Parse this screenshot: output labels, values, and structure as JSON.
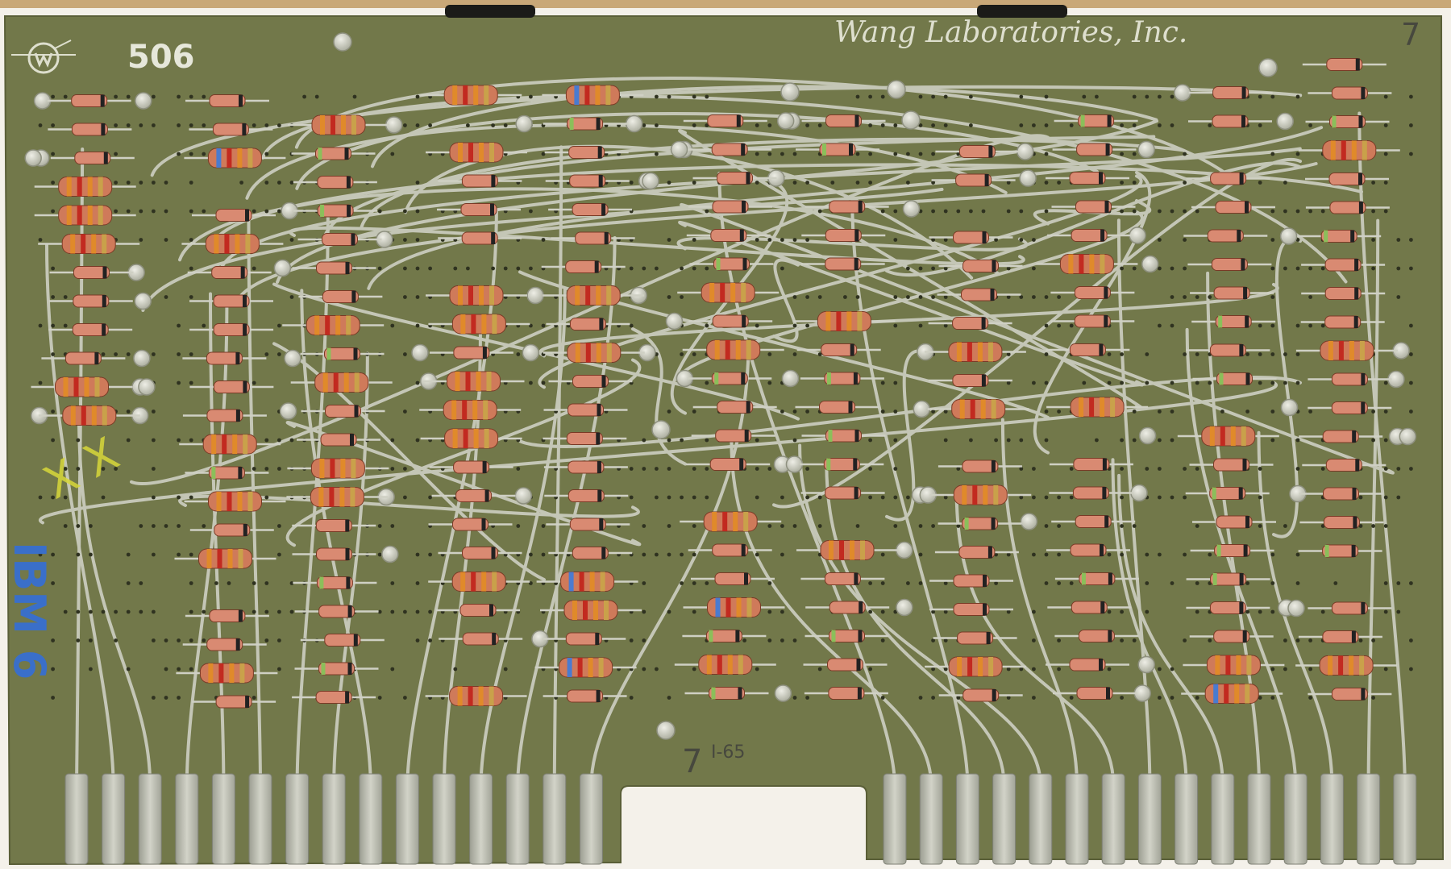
{
  "photo": {
    "subject": "printed-circuit-board",
    "manufacturer_text": "Wang Laboratories, Inc.",
    "board_number": "506",
    "corner_mark": "7",
    "bottom_mark_number": "7",
    "bottom_mark_code": "I-65",
    "blue_handwriting": "IBM 6",
    "yellow_handwriting": "X X",
    "colors": {
      "background": "#f4f1ea",
      "board": "#72784a",
      "trace": "#c4c6b6",
      "pad": "#d3d4c6",
      "gold_finger": "#b7b8ac",
      "resistor_body": "#cf7a5a",
      "resistor_stripe": "#e08a2a",
      "diode_body": "#d98a72",
      "blue_ink": "#3a6fc9",
      "yellow_ink": "#d8d83a"
    }
  }
}
